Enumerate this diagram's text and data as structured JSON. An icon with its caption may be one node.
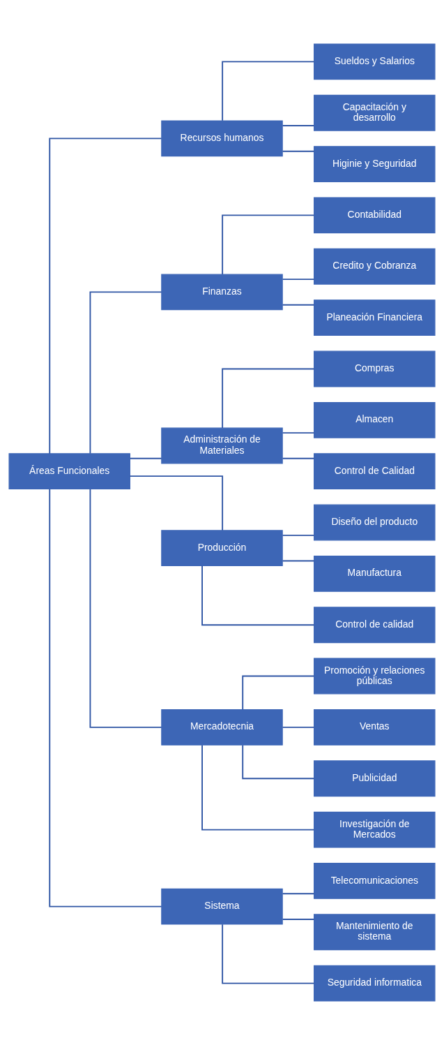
{
  "diagram": {
    "nodes": [
      {
        "text": [
          "Áreas Funcionales"
        ]
      },
      {
        "text": [
          "Recursos humanos"
        ]
      },
      {
        "text": [
          "Sueldos y Salarios"
        ]
      },
      {
        "text": [
          "Capacitación y desarrollo"
        ]
      },
      {
        "text": [
          "Higinie y Seguridad"
        ]
      },
      {
        "text": [
          "Finanzas"
        ]
      },
      {
        "text": [
          "Contabilidad"
        ]
      },
      {
        "text": [
          "Credito y Cobranza"
        ]
      },
      {
        "text": [
          "Planeación Financiera"
        ]
      },
      {
        "text": [
          "Administración de Materiales"
        ]
      },
      {
        "text": [
          "Compras"
        ]
      },
      {
        "text": [
          "Almacen"
        ]
      },
      {
        "text": [
          "Control de Calidad"
        ]
      },
      {
        "text": [
          "Producción"
        ]
      },
      {
        "text": [
          "Diseño del producto"
        ]
      },
      {
        "text": [
          "Manufactura"
        ]
      },
      {
        "text": [
          "Control de calidad"
        ]
      },
      {
        "text": [
          "Mercadotecnia"
        ]
      },
      {
        "text": [
          "Promoción y relaciones públicas"
        ]
      },
      {
        "text": [
          "Ventas"
        ]
      },
      {
        "text": [
          "Publicidad"
        ]
      },
      {
        "text": [
          "Investigación de Mercados"
        ]
      },
      {
        "text": [
          "Sistema"
        ]
      },
      {
        "text": [
          "Telecomunicaciones"
        ]
      },
      {
        "text": [
          "Mantenimiento de sistema"
        ]
      },
      {
        "text": [
          "Seguridad informatica"
        ]
      }
    ],
    "edges": [
      {
        "from": 0,
        "to": 1,
        "arrow": "none"
      },
      {
        "from": 1,
        "to": 2,
        "arrow": "none"
      },
      {
        "from": 1,
        "to": 3,
        "arrow": "none"
      },
      {
        "from": 1,
        "to": 4,
        "arrow": "none"
      },
      {
        "from": 0,
        "to": 5,
        "arrow": "none"
      },
      {
        "from": 5,
        "to": 6,
        "arrow": "none"
      },
      {
        "from": 5,
        "to": 7,
        "arrow": "none"
      },
      {
        "from": 5,
        "to": 8,
        "arrow": "none"
      },
      {
        "from": 0,
        "to": 9,
        "arrow": "none"
      },
      {
        "from": 9,
        "to": 10,
        "arrow": "none"
      },
      {
        "from": 9,
        "to": 11,
        "arrow": "none"
      },
      {
        "from": 9,
        "to": 12,
        "arrow": "none"
      },
      {
        "from": 0,
        "to": 13,
        "arrow": "none"
      },
      {
        "from": 13,
        "to": 14,
        "arrow": "none"
      },
      {
        "from": 13,
        "to": 15,
        "arrow": "none"
      },
      {
        "from": 13,
        "to": 16,
        "arrow": "none"
      },
      {
        "from": 0,
        "to": 17,
        "arrow": "none"
      },
      {
        "from": 17,
        "to": 18,
        "arrow": "none"
      },
      {
        "from": 17,
        "to": 19,
        "arrow": "none"
      },
      {
        "from": 17,
        "to": 20,
        "arrow": "none"
      },
      {
        "from": 17,
        "to": 21,
        "arrow": "none"
      },
      {
        "from": 0,
        "to": 22,
        "arrow": "none"
      },
      {
        "from": 22,
        "to": 23,
        "arrow": "none"
      },
      {
        "from": 22,
        "to": 24,
        "arrow": "none"
      },
      {
        "from": 22,
        "to": 25,
        "arrow": "none"
      }
    ]
  }
}
